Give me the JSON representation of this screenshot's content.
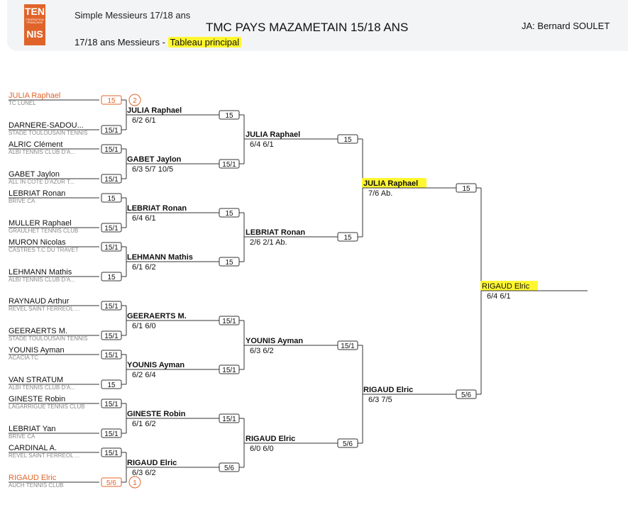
{
  "header": {
    "logo_top": "TEN",
    "logo_small": "FÉDÉRATION FRANÇAISE",
    "logo_bottom": "NIS",
    "event": "Simple Messieurs 17/18 ans",
    "tournament": "TMC PAYS MAZAMETAIN 15/18 ANS",
    "referee": "JA: Bernard SOULET",
    "subtitle_prefix": "17/18 ans Messieurs - ",
    "subtitle_highlight": "Tableau principal"
  },
  "entrants": [
    {
      "name": "JULIA Raphael",
      "club": "TC LUNEL",
      "rank": "15",
      "seed": "2",
      "seeded": true
    },
    {
      "name": "DARNERE-SADOU...",
      "club": "STADE TOULOUSAIN TENNIS",
      "rank": "15/1"
    },
    {
      "name": "ALRIC Clément",
      "club": "ALBI TENNIS CLUB D'A...",
      "rank": "15/1"
    },
    {
      "name": "GABET Jaylon",
      "club": "ALL IN CÔTE D'AZUR T...",
      "rank": "15/1"
    },
    {
      "name": "LEBRIAT Ronan",
      "club": "BRIVE CA",
      "rank": "15"
    },
    {
      "name": "MULLER Raphael",
      "club": "GRAULHET TENNIS CLUB",
      "rank": "15/1"
    },
    {
      "name": "MURON Nicolas",
      "club": "CASTRES T.C DU TRAVET",
      "rank": "15/1"
    },
    {
      "name": "LEHMANN Mathis",
      "club": "ALBI TENNIS CLUB D'A...",
      "rank": "15"
    },
    {
      "name": "RAYNAUD Arthur",
      "club": "REVEL SAINT FERREOL ...",
      "rank": "15/1"
    },
    {
      "name": "GEERAERTS M.",
      "club": "STADE TOULOUSAIN TENNIS",
      "rank": "15/1"
    },
    {
      "name": "YOUNIS Ayman",
      "club": "ACACIA TC",
      "rank": "15/1"
    },
    {
      "name": "VAN STRATUM",
      "club": "ALBI TENNIS CLUB D'A...",
      "rank": "15"
    },
    {
      "name": "GINESTE Robin",
      "club": "LAGARRIGUE TENNIS CLUB",
      "rank": "15/1"
    },
    {
      "name": "LEBRIAT Yan",
      "club": "BRIVE CA",
      "rank": "15/1"
    },
    {
      "name": "CARDINAL A.",
      "club": "REVEL SAINT FERREOL ...",
      "rank": "15/1"
    },
    {
      "name": "RIGAUD Elric",
      "club": "AUCH TENNIS CLUB",
      "rank": "5/6",
      "seed": "1",
      "seeded": true
    }
  ],
  "round2": [
    {
      "name": "JULIA Raphael",
      "score": "6/2 6/1",
      "rank": "15"
    },
    {
      "name": "GABET Jaylon",
      "score": "6/3 5/7 10/5",
      "rank": "15/1"
    },
    {
      "name": "LEBRIAT Ronan",
      "score": "6/4 6/1",
      "rank": "15"
    },
    {
      "name": "LEHMANN Mathis",
      "score": "6/1 6/2",
      "rank": "15"
    },
    {
      "name": "GEERAERTS M.",
      "score": "6/1 6/0",
      "rank": "15/1"
    },
    {
      "name": "YOUNIS Ayman",
      "score": "6/2 6/4",
      "rank": "15/1"
    },
    {
      "name": "GINESTE Robin",
      "score": "6/1 6/2",
      "rank": "15/1"
    },
    {
      "name": "RIGAUD Elric",
      "score": "6/3 6/2",
      "rank": "5/6"
    }
  ],
  "quarterfinals": [
    {
      "name": "JULIA Raphael",
      "score": "6/4 6/1",
      "rank": "15"
    },
    {
      "name": "LEBRIAT Ronan",
      "score": "2/6 2/1  Ab.",
      "rank": "15"
    },
    {
      "name": "YOUNIS Ayman",
      "score": "6/3 6/2",
      "rank": "15/1"
    },
    {
      "name": "RIGAUD Elric",
      "score": "6/0 6/0",
      "rank": "5/6"
    }
  ],
  "semifinals": [
    {
      "name": "JULIA Raphael",
      "score": "7/6  Ab.",
      "rank": "15",
      "highlight": true
    },
    {
      "name": "RIGAUD Elric",
      "score": "6/3 7/5",
      "rank": "5/6"
    }
  ],
  "final": {
    "name": "RIGAUD Elric",
    "score": "6/4 6/1",
    "highlight": true
  },
  "colors": {
    "accent": "#e0642a",
    "highlight": "#fff72e",
    "line": "#333333",
    "header_bg": "#f3f4f6"
  }
}
